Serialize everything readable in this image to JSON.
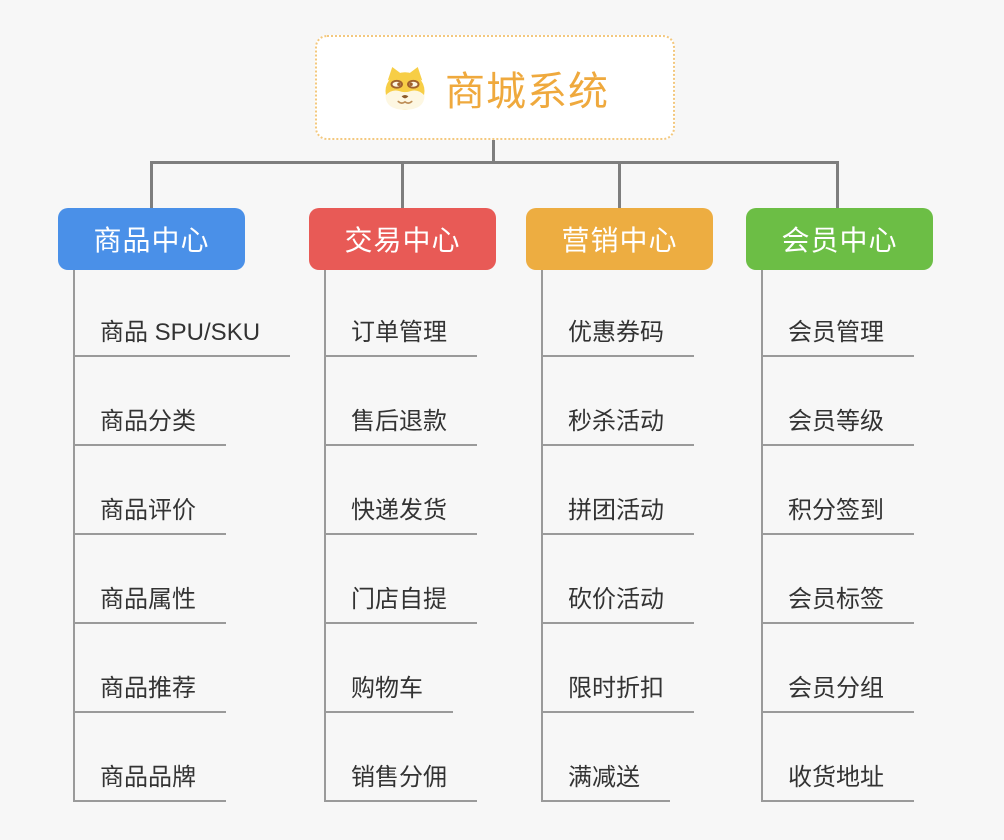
{
  "root": {
    "title": "商城系统",
    "icon": "shiba-dog-icon",
    "accent_color": "#efa93d",
    "border_color": "#f3c87e"
  },
  "connector_color": "#7e7e7e",
  "leaf_line_color": "#9a9a9a",
  "background_color": "#f7f7f7",
  "branches": [
    {
      "label": "商品中心",
      "color": "#4a90e8",
      "items": [
        "商品 SPU/SKU",
        "商品分类",
        "商品评价",
        "商品属性",
        "商品推荐",
        "商品品牌"
      ]
    },
    {
      "label": "交易中心",
      "color": "#e85a56",
      "items": [
        "订单管理",
        "售后退款",
        "快递发货",
        "门店自提",
        "购物车",
        "销售分佣"
      ]
    },
    {
      "label": "营销中心",
      "color": "#edad41",
      "items": [
        "优惠券码",
        "秒杀活动",
        "拼团活动",
        "砍价活动",
        "限时折扣",
        "满减送"
      ]
    },
    {
      "label": "会员中心",
      "color": "#6cbe45",
      "items": [
        "会员管理",
        "会员等级",
        "积分签到",
        "会员标签",
        "会员分组",
        "收货地址"
      ]
    }
  ]
}
